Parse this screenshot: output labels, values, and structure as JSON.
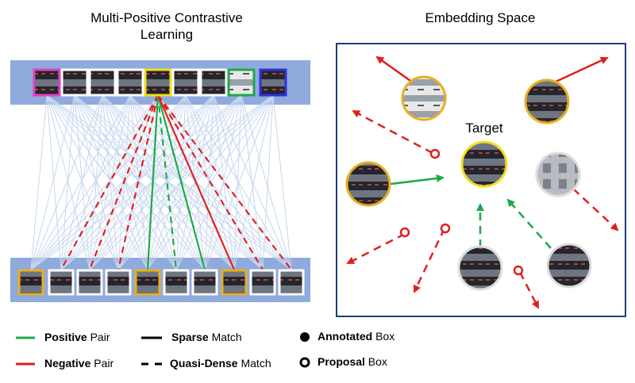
{
  "left_title_line1": "Multi-Positive Contrastive",
  "left_title_line2": "Learning",
  "right_title": "Embedding Space",
  "target_label": "Target",
  "legend": {
    "positive": {
      "bold": "Positive",
      "rest": " Pair"
    },
    "negative": {
      "bold": "Negative",
      "rest": " Pair"
    },
    "sparse": {
      "bold": "Sparse",
      "rest": " Match"
    },
    "quasi": {
      "bold": "Quasi-Dense",
      "rest": " Match"
    },
    "annotated": {
      "bold": "Annotated",
      "rest": " Box"
    },
    "proposal": {
      "bold": "Proposal",
      "rest": " Box"
    }
  },
  "colors": {
    "positive": "#1fa84a",
    "negative": "#e02020",
    "bar": "#8faadc",
    "annotated_border": "#e8b020",
    "target_border": "#f0e020",
    "magenta": "#e040c0",
    "blue": "#3030e0",
    "frame": "#1f3e7a"
  }
}
